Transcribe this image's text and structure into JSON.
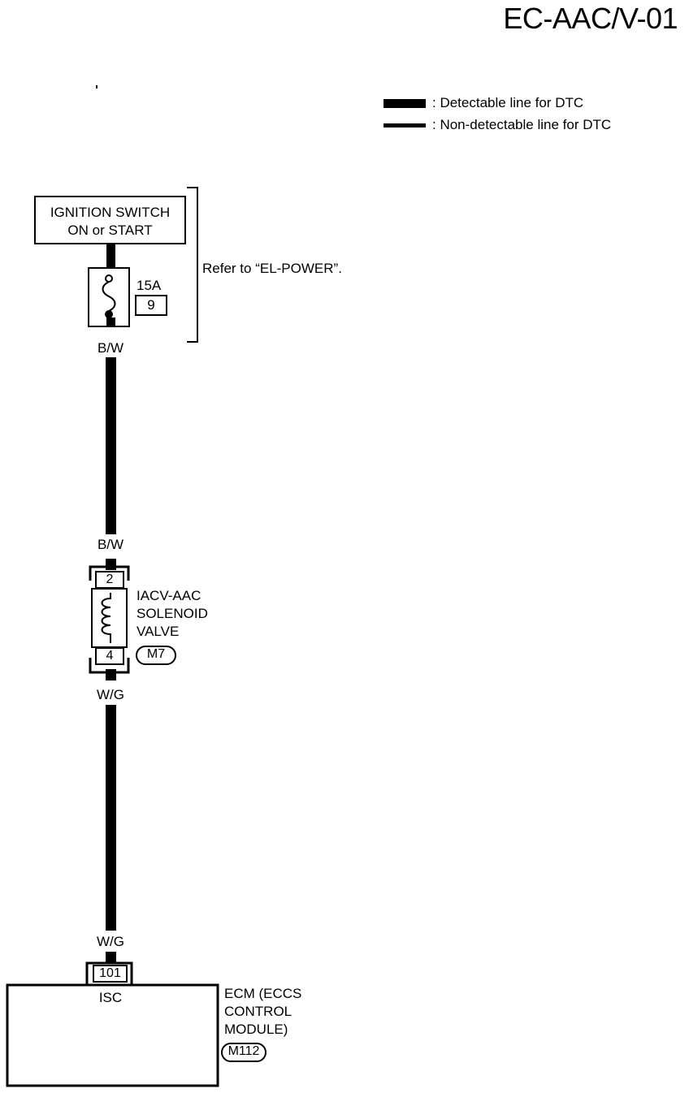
{
  "page": {
    "code": "EC-AAC/V-01"
  },
  "legend": {
    "detectable": ": Detectable line for DTC",
    "non_detectable": ": Non-detectable line for DTC"
  },
  "power": {
    "ignition_label_1": "IGNITION SWITCH",
    "ignition_label_2": "ON or START",
    "fuse_rating": "15A",
    "fuse_number": "9",
    "refer_note": "Refer to “EL-POWER”."
  },
  "wires": {
    "bw_top": "B/W",
    "bw_bottom": "B/W",
    "wg_top": "W/G",
    "wg_bottom": "W/G"
  },
  "solenoid": {
    "pin_top": "2",
    "pin_bottom": "4",
    "name_1": "IACV-AAC",
    "name_2": "SOLENOID",
    "name_3": "VALVE",
    "connector": "M7"
  },
  "ecm": {
    "pin": "101",
    "terminal_name": "ISC",
    "name_1": "ECM (ECCS",
    "name_2": "CONTROL",
    "name_3": "MODULE)",
    "connector": "M112"
  }
}
